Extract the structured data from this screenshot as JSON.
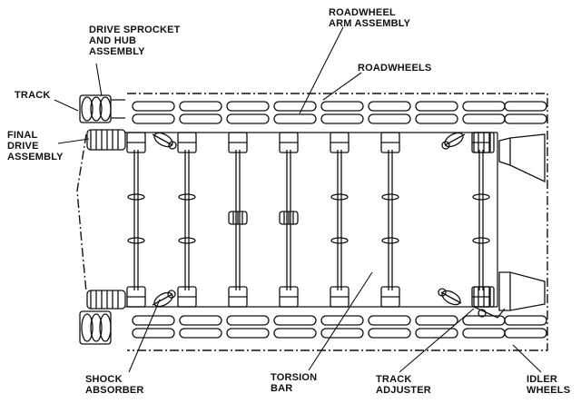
{
  "labels": {
    "drive_sprocket": [
      "DRIVE SPROCKET",
      "AND HUB",
      "ASSEMBLY"
    ],
    "roadwheel_arm": [
      "ROADWHEEL",
      "ARM ASSEMBLY"
    ],
    "roadwheels": [
      "ROADWHEELS"
    ],
    "track": [
      "TRACK"
    ],
    "final_drive": [
      "FINAL",
      "DRIVE",
      "ASSEMBLY"
    ],
    "shock_absorber": [
      "SHOCK",
      "ABSORBER"
    ],
    "torsion_bar": [
      "TORSION",
      "BAR"
    ],
    "track_adjuster": [
      "TRACK",
      "ADJUSTER"
    ],
    "idler_wheels": [
      "IDLER",
      "WHEELS"
    ]
  },
  "colors": {
    "ink": "#111111",
    "paper": "#ffffff"
  }
}
